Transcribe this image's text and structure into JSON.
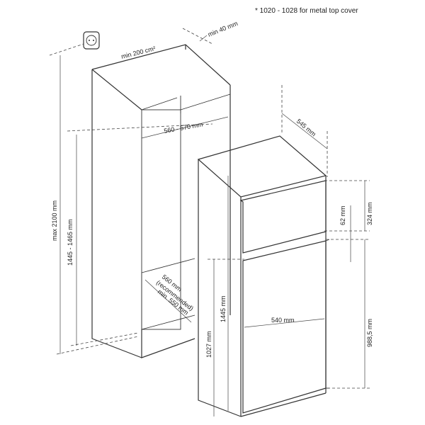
{
  "diagram": {
    "note": "* 1020 - 1028 for metal top cover",
    "labels": {
      "vent": "min 200 cm²",
      "min40": "min 40 mm",
      "niche_width": "560 - 570 mm",
      "max_height": "max 2100 mm",
      "niche_height": "1445 - 1465 mm",
      "depth_rec": "560 mm",
      "depth_rec2": "(recommended)",
      "depth_min": "min. 550 mm",
      "fridge_depth": "545 mm",
      "top_height": "324 mm",
      "gap": "62 mm",
      "fridge_width": "540 mm",
      "lower_door": "988,5 mm",
      "body_height": "1445 mm",
      "base_height": "1027 mm"
    }
  }
}
